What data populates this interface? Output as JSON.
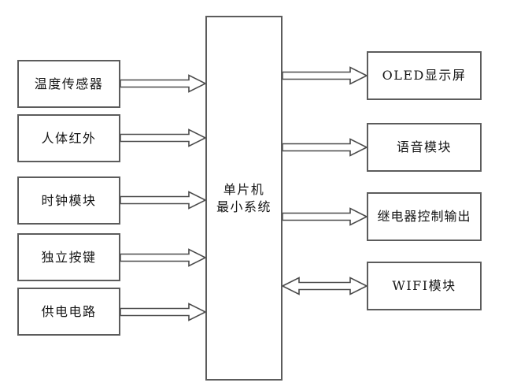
{
  "diagram": {
    "center_node": {
      "lines": [
        "单片机",
        "最小系统"
      ]
    },
    "left_nodes": [
      {
        "label": "温度传感器"
      },
      {
        "label": "人体红外"
      },
      {
        "label": "时钟模块"
      },
      {
        "label": "独立按键"
      },
      {
        "label": "供电电路"
      }
    ],
    "right_nodes": [
      {
        "label": "OLED显示屏"
      },
      {
        "label": "语音模块"
      },
      {
        "label": "继电器控制输出"
      },
      {
        "label": "WIFI模块"
      }
    ],
    "connections": [
      {
        "from": "温度传感器",
        "to": "单片机最小系统",
        "direction": "one-way"
      },
      {
        "from": "人体红外",
        "to": "单片机最小系统",
        "direction": "one-way"
      },
      {
        "from": "时钟模块",
        "to": "单片机最小系统",
        "direction": "one-way"
      },
      {
        "from": "独立按键",
        "to": "单片机最小系统",
        "direction": "one-way"
      },
      {
        "from": "供电电路",
        "to": "单片机最小系统",
        "direction": "one-way"
      },
      {
        "from": "单片机最小系统",
        "to": "OLED显示屏",
        "direction": "one-way"
      },
      {
        "from": "单片机最小系统",
        "to": "语音模块",
        "direction": "one-way"
      },
      {
        "from": "单片机最小系统",
        "to": "继电器控制输出",
        "direction": "one-way"
      },
      {
        "from": "单片机最小系统",
        "to": "WIFI模块",
        "direction": "bidirectional"
      }
    ],
    "colors": {
      "box_border": "#5c5c5c",
      "arrow_outline": "#4a4a4a",
      "text": "#141414",
      "background": "#ffffff"
    }
  }
}
